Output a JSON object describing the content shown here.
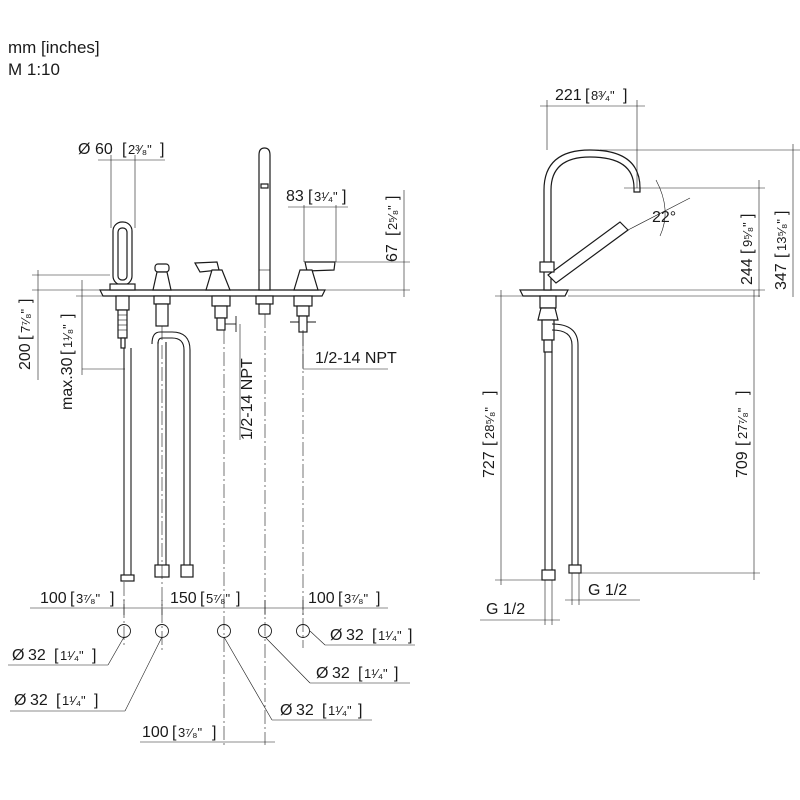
{
  "header": {
    "units": "mm [inches]",
    "scale": "M 1:10"
  },
  "dims": {
    "d60": "60",
    "d60in": "2³⁄₈\"",
    "d83": "83",
    "d83in": "3¹⁄₄\"",
    "d67": "67",
    "d67in": "2⁵⁄₈\"",
    "d200": "200",
    "d200in": "7⁷⁄₈\"",
    "dmax30": "max.30",
    "dmax30in": "1¹⁄₈\"",
    "npt1": "1/2-14 NPT",
    "npt2": "1/2-14 NPT",
    "d100a": "100",
    "d100ain": "3⁷⁄₈\"",
    "d150": "150",
    "d150in": "5⁷⁄₈\"",
    "d100b": "100",
    "d100bin": "3⁷⁄₈\"",
    "d100c": "100",
    "d100cin": "3⁷⁄₈\"",
    "h1": "32",
    "h1in": "1¹⁄₄\"",
    "h2": "32",
    "h2in": "1¹⁄₄\"",
    "h3": "32",
    "h3in": "1¹⁄₄\"",
    "h4": "32",
    "h4in": "1¹⁄₄\"",
    "h5": "32",
    "h5in": "1¹⁄₄\"",
    "d221": "221",
    "d221in": "8³⁄₄\"",
    "angle": "22°",
    "d244": "244",
    "d244in": "9⁵⁄₈\"",
    "d347": "347",
    "d347in": "13⁵⁄₈\"",
    "d727": "727",
    "d727in": "28⁵⁄₈\"",
    "d709": "709",
    "d709in": "27⁷⁄₈\"",
    "g1": "G 1/2",
    "g2": "G 1/2"
  }
}
